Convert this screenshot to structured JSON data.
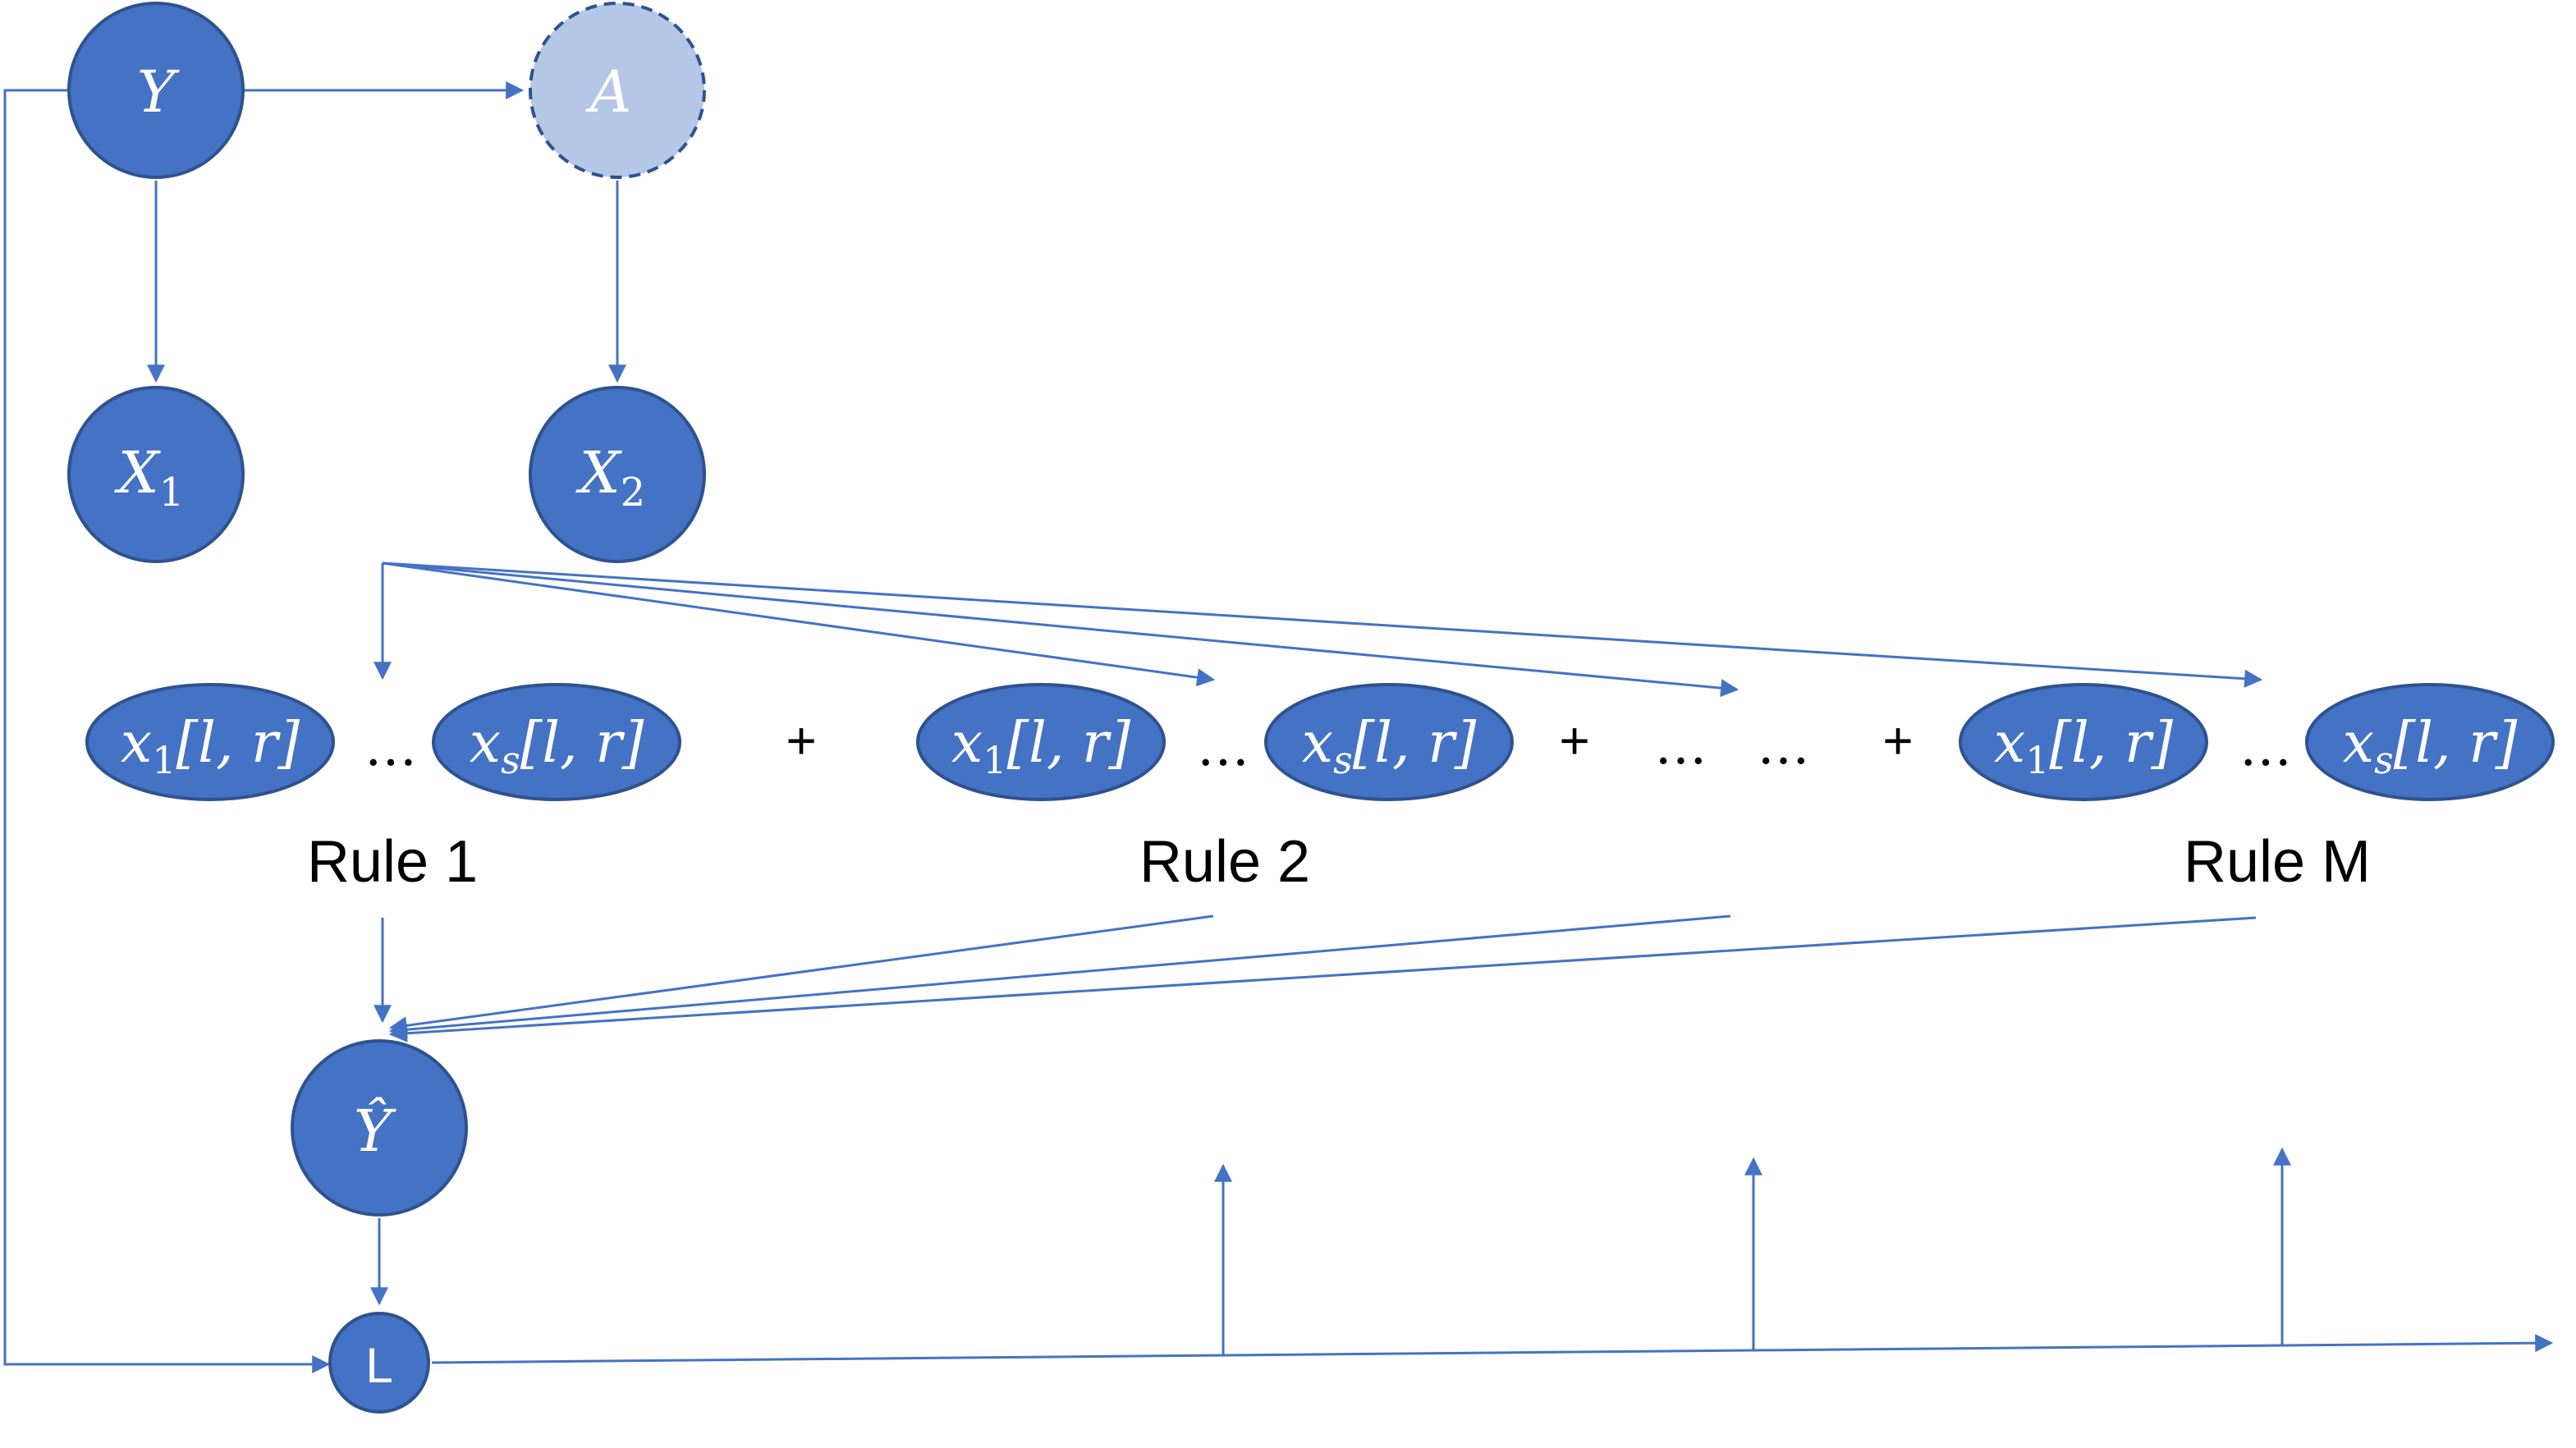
{
  "nodes": {
    "y": "Y",
    "a": "A",
    "x1_base": "X",
    "x1_sub": "1",
    "x2_base": "X",
    "x2_sub": "2",
    "yhat": "Ŷ",
    "loss": "L"
  },
  "rules": [
    {
      "label": "Rule 1",
      "first": {
        "base": "x",
        "sub": "1",
        "interval": "[l, r]"
      },
      "last": {
        "base": "x",
        "sub": "s",
        "interval": "[l, r]"
      }
    },
    {
      "label": "Rule 2",
      "first": {
        "base": "x",
        "sub": "1",
        "interval": "[l, r]"
      },
      "last": {
        "base": "x",
        "sub": "s",
        "interval": "[l, r]"
      }
    },
    {
      "label": "Rule M",
      "first": {
        "base": "x",
        "sub": "1",
        "interval": "[l, r]"
      },
      "last": {
        "base": "x",
        "sub": "s",
        "interval": "[l, r]"
      }
    }
  ],
  "separators": {
    "ellipsis": "…",
    "plus": "+",
    "middle_ellipsis": "…   …"
  },
  "colors": {
    "node_fill": "#4472C4",
    "node_stroke": "#2F528F",
    "latent_fill": "#B4C7E7",
    "edge": "#4472C4"
  }
}
